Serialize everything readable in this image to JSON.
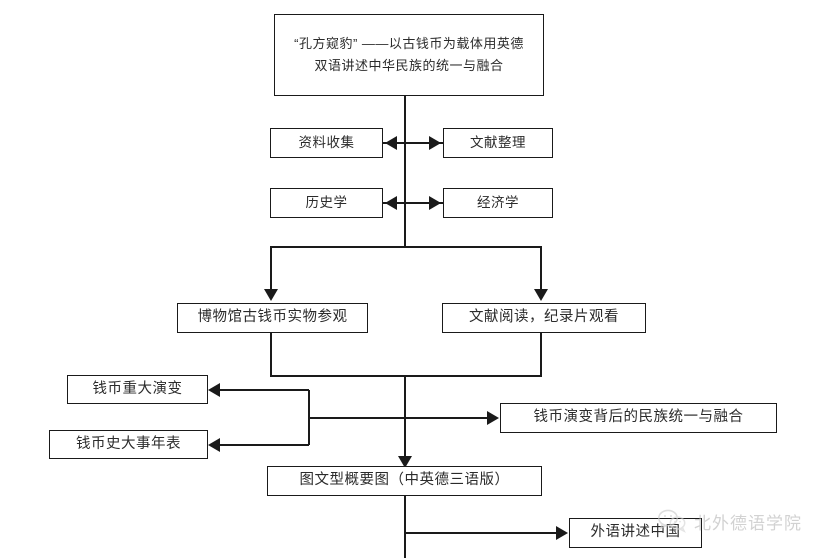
{
  "diagram": {
    "type": "flowchart",
    "title_node": {
      "id": "root",
      "line1": "“孔方窥豹” ——以古钱币为载体用英德",
      "line2": "双语讲述中华民族的统一与融合"
    },
    "nodes": [
      {
        "id": "data-collection",
        "label": "资料收集"
      },
      {
        "id": "literature-organizing",
        "label": "文献整理"
      },
      {
        "id": "history",
        "label": "历史学"
      },
      {
        "id": "economics",
        "label": "经济学"
      },
      {
        "id": "museum-visit",
        "label": "博物馆古钱币实物参观"
      },
      {
        "id": "reading-documentary",
        "label": "文献阅读，纪录片观看"
      },
      {
        "id": "coin-evolution",
        "label": "钱币重大演变"
      },
      {
        "id": "coin-chronology",
        "label": "钱币史大事年表"
      },
      {
        "id": "ethnic-unity",
        "label": "钱币演变背后的民族统一与融合"
      },
      {
        "id": "trilingual-overview",
        "label": "图文型概要图（中英德三语版）"
      },
      {
        "id": "tell-china",
        "label": "外语讲述中国"
      }
    ]
  },
  "watermark": {
    "icon": "wechat-logo-icon",
    "text": "北外德语学院"
  },
  "colors": {
    "line": "#1a1a1a",
    "box_border": "#1a1a1a",
    "text": "#2b2b2b",
    "background": "#ffffff",
    "watermark_text": "#b7b7b7"
  }
}
